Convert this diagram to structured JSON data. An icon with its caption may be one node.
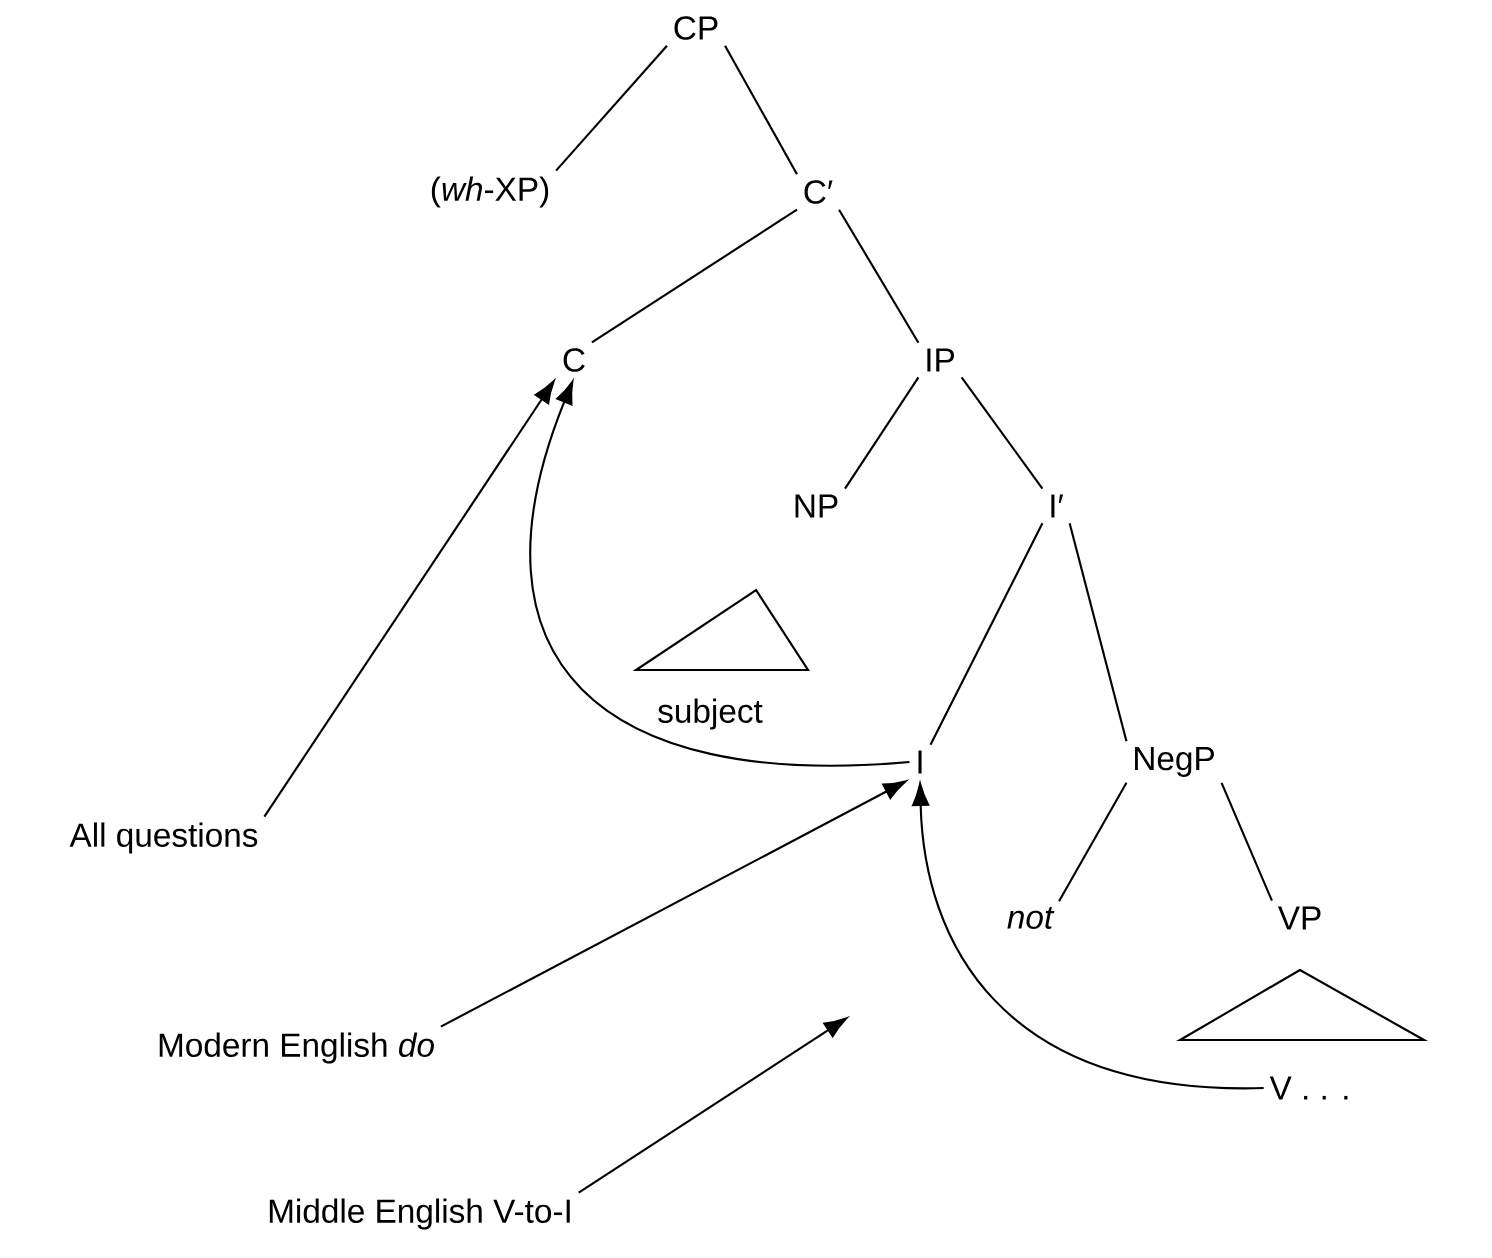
{
  "diagram": {
    "nodes": [
      {
        "text": [
          "CP"
        ]
      },
      {
        "text": [
          "(*wh*-XP)"
        ]
      },
      {
        "text": [
          "C′"
        ]
      },
      {
        "text": [
          "C"
        ]
      },
      {
        "text": [
          "IP"
        ]
      },
      {
        "text": [
          "NP"
        ]
      },
      {
        "text": [
          "I′"
        ]
      },
      {
        "text": [
          "subject"
        ]
      },
      {
        "text": [
          "I"
        ]
      },
      {
        "text": [
          "NegP"
        ]
      },
      {
        "text": [
          "not"
        ]
      },
      {
        "text": [
          "VP"
        ]
      },
      {
        "text": [
          "V . . ."
        ]
      },
      {
        "text": [
          "All questions"
        ]
      },
      {
        "text": [
          "Modern English *do*"
        ]
      },
      {
        "text": [
          "Middle English V-to-I"
        ]
      }
    ],
    "edges": [
      {
        "from": 0,
        "to": 1,
        "arrow": "none"
      },
      {
        "from": 0,
        "to": 2,
        "arrow": "none"
      },
      {
        "from": 2,
        "to": 3,
        "arrow": "none"
      },
      {
        "from": 2,
        "to": 4,
        "arrow": "none"
      },
      {
        "from": 4,
        "to": 5,
        "arrow": "none"
      },
      {
        "from": 4,
        "to": 6,
        "arrow": "none"
      },
      {
        "from": 6,
        "to": 8,
        "arrow": "none"
      },
      {
        "from": 6,
        "to": 9,
        "arrow": "none"
      },
      {
        "from": 9,
        "to": 10,
        "arrow": "none"
      },
      {
        "from": 9,
        "to": 11,
        "arrow": "none"
      },
      {
        "from": 8,
        "to": 3,
        "arrow": "to"
      },
      {
        "from": 12,
        "to": 8,
        "arrow": "to"
      },
      {
        "from": 13,
        "to": 3,
        "arrow": "to"
      },
      {
        "from": 14,
        "to": 8,
        "arrow": "to"
      },
      {
        "from": 15,
        "to": null,
        "arrow": "to"
      }
    ]
  }
}
